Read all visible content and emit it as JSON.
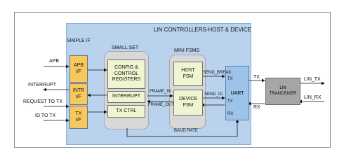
{
  "diagram": {
    "title": "LIN CONTROLLERS-HOST & DEVICE",
    "groups": {
      "simple_if": "SIMPLE IF",
      "small_set": "SMALL SET",
      "mini_fsms": "MINI FSMS"
    },
    "blocks": {
      "apb_if": "APB\nI/F",
      "intr_if": "INTR\nI/F",
      "tx_if": "TX\nI/F",
      "config": "CONFIG &\nCONTROL\nREGISTERS",
      "interrupt": "INTERRUPT",
      "tx_ctrl": "TX CTRL",
      "host_fsm": "HOST\nFSM",
      "device_fsm": "DEVICE\nFSM",
      "uart": "UART",
      "lin_tranceiver": "LIN\nTRANCEIVER"
    },
    "signals": {
      "apb": "APB",
      "interrupt": "INTERRUPT",
      "request_to_tx": "REQUEST TO TX",
      "id_to_tx": "ID TO TX",
      "frame_in": "FRAME_IN",
      "frame_out": "FRAME_OUT",
      "send_break": "SEND_BREAK",
      "send_id": "SEND_ID",
      "uart_tx_top": "TX",
      "uart_tx_mid": "TX",
      "uart_rx": "RX",
      "baud_rate": "BAUD RATE",
      "tx": "TX",
      "rx": "RX",
      "lin_tx": "LIN_TX",
      "lin_rx": "LIN_RX"
    }
  }
}
